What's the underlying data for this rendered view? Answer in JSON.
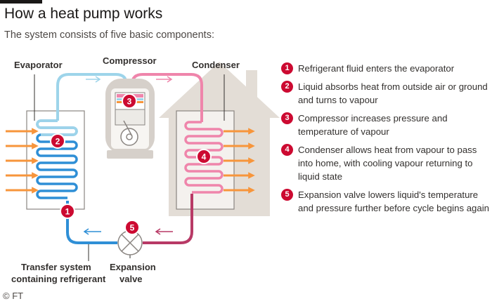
{
  "header": {
    "title": "How a heat pump works",
    "subtitle": "The system consists of five basic components:"
  },
  "diagram": {
    "labels": {
      "evaporator": "Evaporator",
      "compressor": "Compressor",
      "condenser": "Condenser",
      "transfer_line1": "Transfer system",
      "transfer_line2": "containing refrigerant",
      "expansion_line1": "Expansion",
      "expansion_line2": "valve"
    },
    "markers": [
      "1",
      "2",
      "3",
      "4",
      "5"
    ],
    "colors": {
      "cold_pipe": "#2f8fd6",
      "light_pipe": "#9dd4ea",
      "hot_pipe": "#ef85ab",
      "dark_hot_pipe": "#b83a66",
      "heat_arrow": "#f7953b",
      "house": "#e3ddd6",
      "marker": "#cc0a31"
    }
  },
  "legend": {
    "items": [
      {
        "num": "1",
        "text": "Refrigerant fluid enters the evaporator"
      },
      {
        "num": "2",
        "text": "Liquid absorbs heat from outside air or ground and turns to vapour"
      },
      {
        "num": "3",
        "text": "Compressor increases pressure and temperature of vapour"
      },
      {
        "num": "4",
        "text": "Condenser allows heat from vapour to pass into home, with cooling vapour returning to liquid state"
      },
      {
        "num": "5",
        "text": "Expansion valve lowers liquid's temperature and pressure further before cycle begins again"
      }
    ]
  },
  "footer": {
    "source": "© FT"
  }
}
